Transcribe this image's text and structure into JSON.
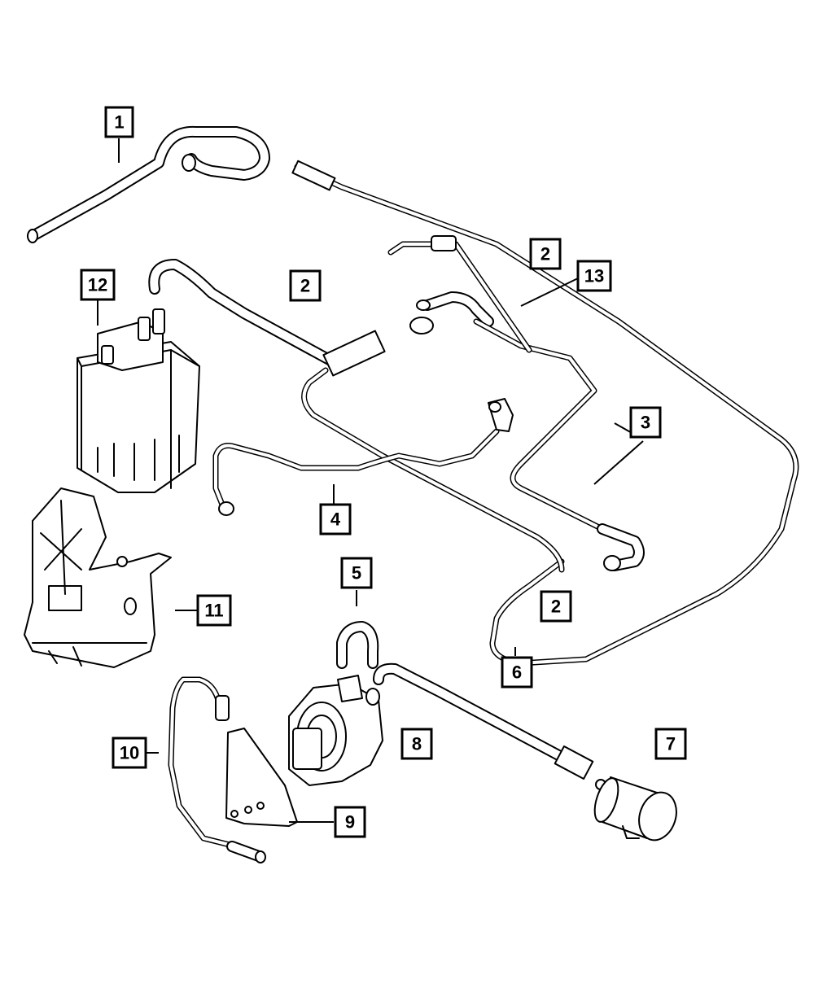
{
  "callouts": [
    {
      "id": "c1",
      "label": "1"
    },
    {
      "id": "c2a",
      "label": "2"
    },
    {
      "id": "c2b",
      "label": "2"
    },
    {
      "id": "c2c",
      "label": "2"
    },
    {
      "id": "c3",
      "label": "3"
    },
    {
      "id": "c4",
      "label": "4"
    },
    {
      "id": "c5",
      "label": "5"
    },
    {
      "id": "c6",
      "label": "6"
    },
    {
      "id": "c7",
      "label": "7"
    },
    {
      "id": "c8",
      "label": "8"
    },
    {
      "id": "c9",
      "label": "9"
    },
    {
      "id": "c10",
      "label": "10"
    },
    {
      "id": "c11",
      "label": "11"
    },
    {
      "id": "c12",
      "label": "12"
    },
    {
      "id": "c13",
      "label": "13"
    }
  ]
}
